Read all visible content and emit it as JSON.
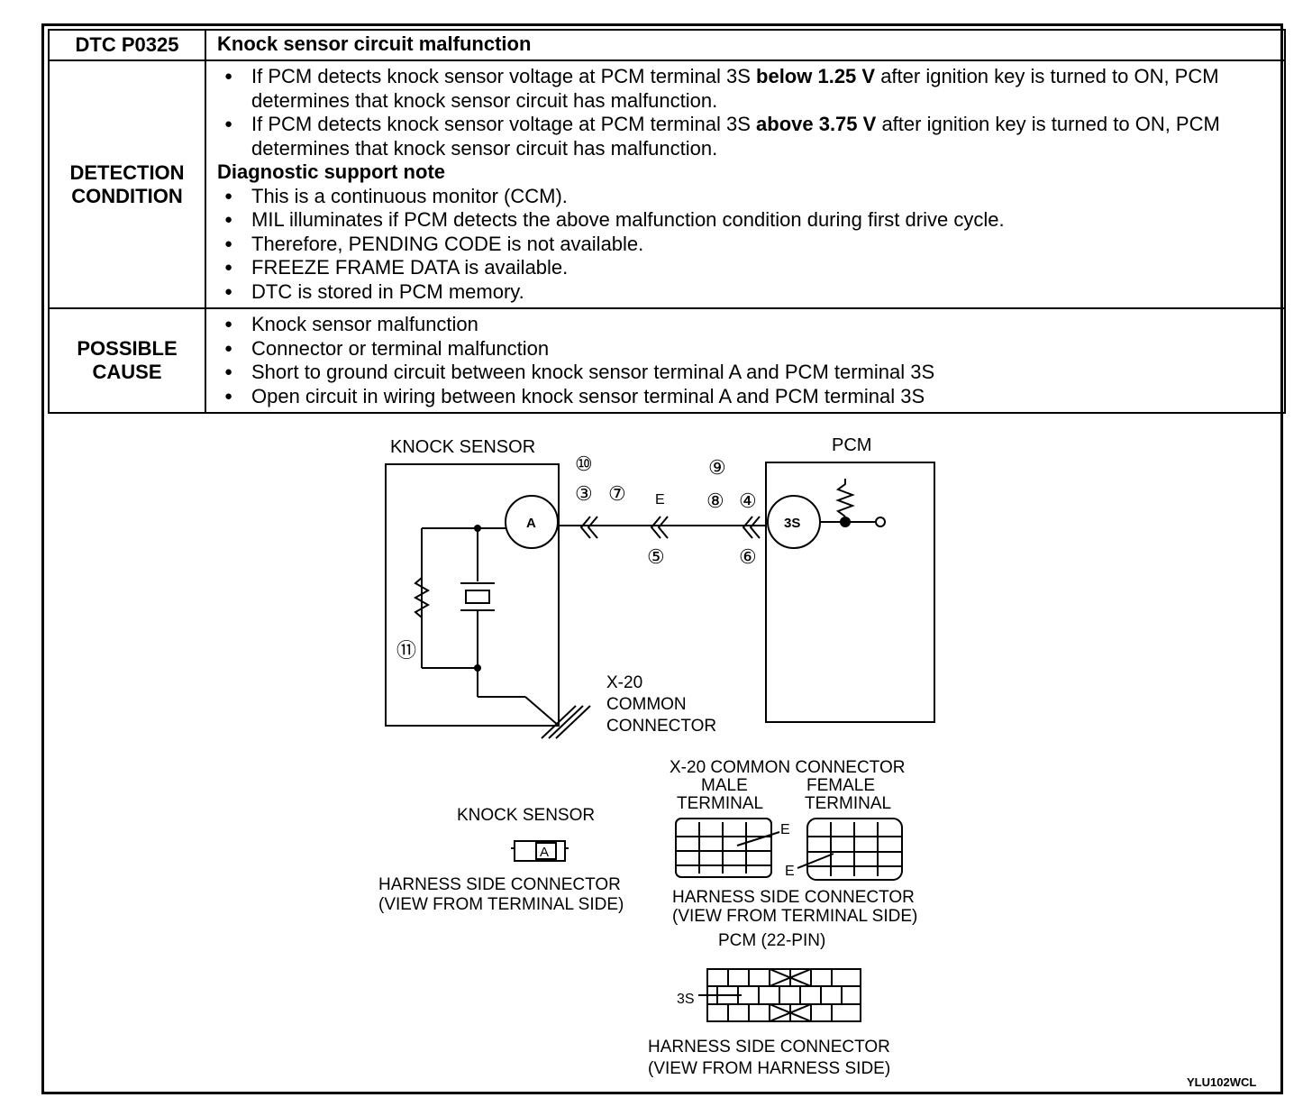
{
  "header": {
    "code": "DTC P0325",
    "title": "Knock sensor circuit malfunction"
  },
  "detection": {
    "label": "DETECTION CONDITION",
    "items": [
      {
        "pre": "If PCM detects knock sensor voltage at PCM terminal 3S ",
        "bold": "below 1.25 V",
        "post": " after ignition key is turned to ON, PCM determines that knock sensor circuit has malfunction."
      },
      {
        "pre": "If PCM detects knock sensor voltage at PCM terminal 3S ",
        "bold": "above 3.75 V",
        "post": " after ignition key is turned to ON, PCM determines that knock sensor circuit has malfunction."
      }
    ],
    "note_title": "Diagnostic support note",
    "notes": [
      "This is a continuous monitor (CCM).",
      "MIL illuminates if PCM detects the above malfunction condition during first drive cycle.",
      "Therefore, PENDING CODE is not available.",
      "FREEZE FRAME DATA is available.",
      "DTC is stored in PCM memory."
    ]
  },
  "cause": {
    "label": "POSSIBLE CAUSE",
    "items": [
      "Knock sensor malfunction",
      "Connector or terminal malfunction",
      "Short to ground circuit between knock sensor terminal A and PCM terminal 3S",
      "Open circuit in wiring between knock sensor terminal A and PCM terminal 3S"
    ]
  },
  "diagram": {
    "knock_sensor": "KNOCK SENSOR",
    "pcm": "PCM",
    "terminal_a": "A",
    "terminal_3s": "3S",
    "terminal_e": "E",
    "callouts": [
      "⑩",
      "③",
      "⑦",
      "⑨",
      "⑧",
      "④",
      "⑤",
      "⑥",
      "⑪"
    ],
    "ground_label": [
      "X-20",
      "COMMON",
      "CONNECTOR"
    ],
    "ks_conn_title": "KNOCK SENSOR",
    "ks_conn_caption": [
      "HARNESS SIDE CONNECTOR",
      "(VIEW FROM TERMINAL SIDE)"
    ],
    "x20_title": "X-20 COMMON CONNECTOR",
    "male_label": [
      "MALE",
      "TERMINAL"
    ],
    "female_label": [
      "FEMALE",
      "TERMINAL"
    ],
    "x20_caption": [
      "HARNESS SIDE CONNECTOR",
      "(VIEW FROM TERMINAL SIDE)"
    ],
    "pcm_conn_title": "PCM (22-PIN)",
    "pcm_conn_caption": [
      "HARNESS SIDE CONNECTOR",
      "(VIEW FROM HARNESS SIDE)"
    ],
    "figure_id": "YLU102WCL"
  }
}
